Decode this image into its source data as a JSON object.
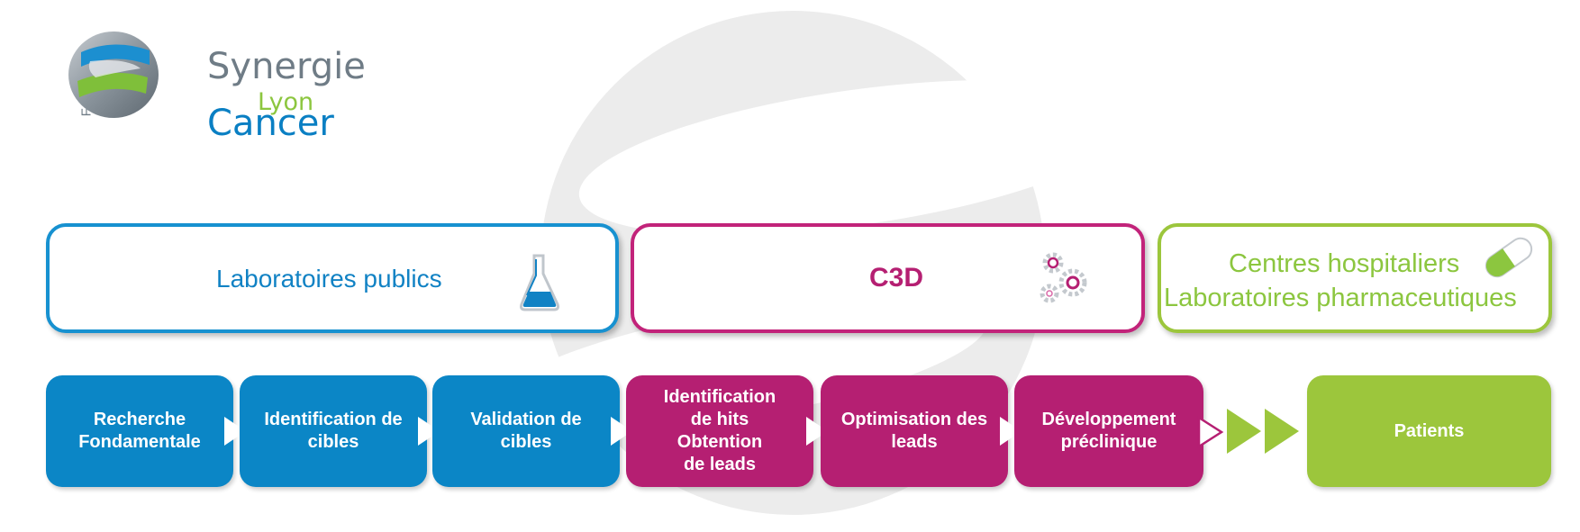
{
  "logo": {
    "vertical": "Fondation",
    "line1": "Synergie",
    "line2": "Lyon",
    "line3": "Cancer"
  },
  "sectors": [
    {
      "label": "Laboratoires publics",
      "icon": "flask-icon",
      "color": "#1182c4"
    },
    {
      "label": "C3D",
      "icon": "gears-icon",
      "color": "#b51f72"
    },
    {
      "label_line1": "Centres hospitaliers",
      "label_line2": "Laboratoires pharmaceutiques",
      "icon": "pill-icon",
      "color": "#8cc63f"
    }
  ],
  "steps": [
    {
      "label": "Recherche\nFondamentale"
    },
    {
      "label": "Identification de\ncibles"
    },
    {
      "label": "Validation de\ncibles"
    },
    {
      "label": "Identification\nde hits\nObtention\nde leads"
    },
    {
      "label": "Optimisation des\nleads"
    },
    {
      "label": "Développement\npréclinique"
    },
    {
      "label": "Patients"
    }
  ]
}
